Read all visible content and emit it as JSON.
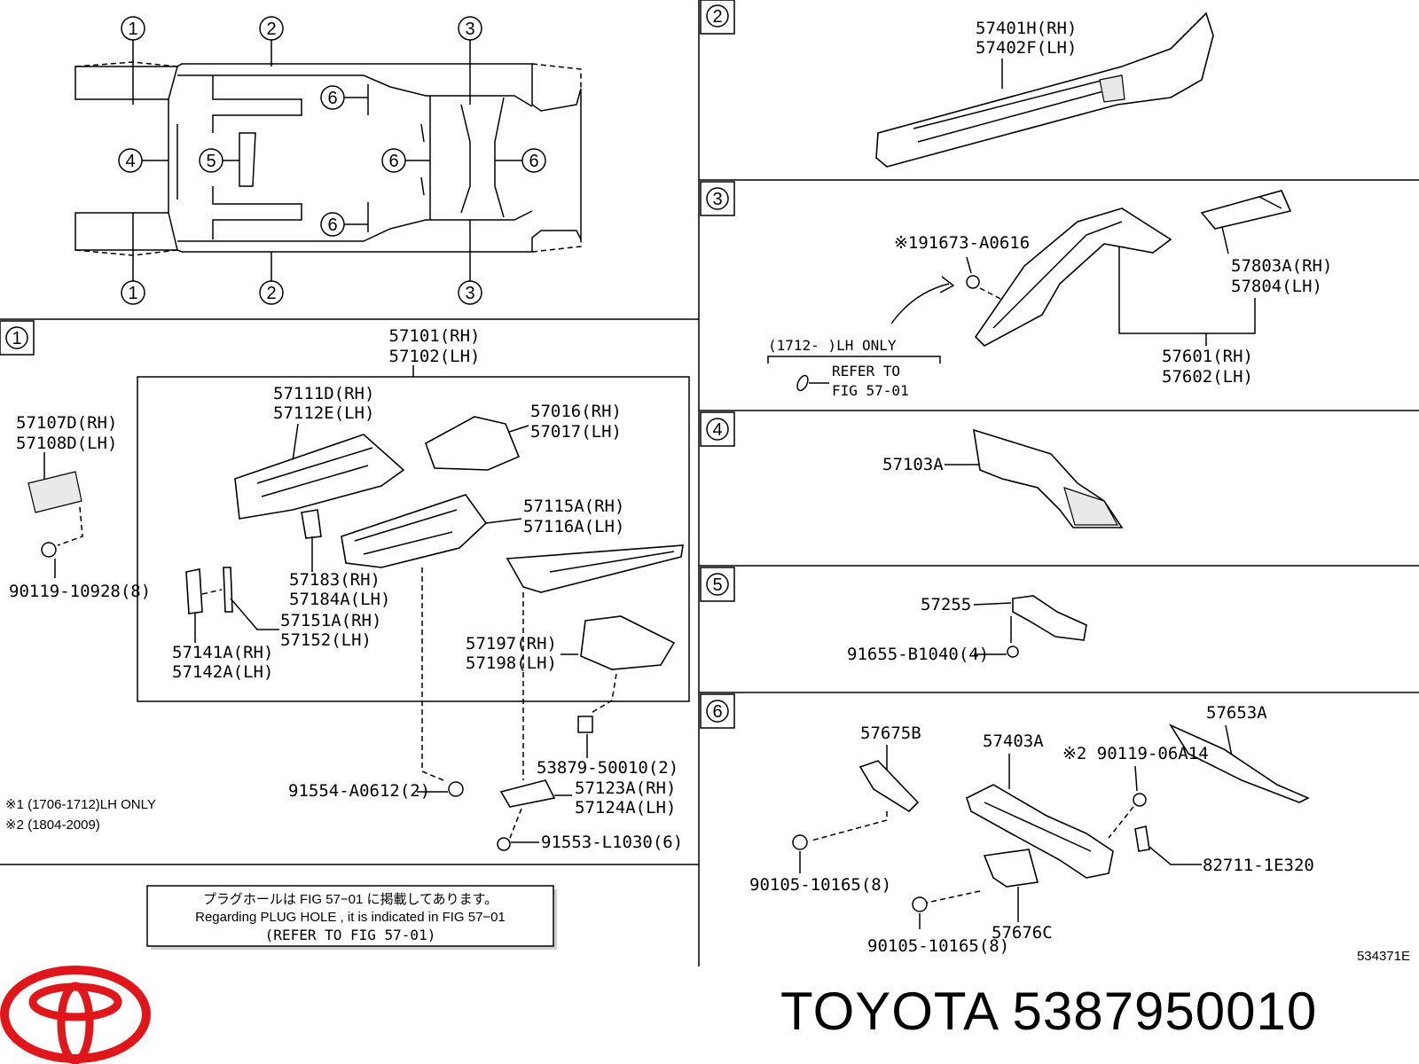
{
  "brand": {
    "name": "TOYOTA",
    "part_number": "5387950010",
    "logo_color": "#e0161b"
  },
  "diagram_id": "534371E",
  "overview": {
    "callouts": [
      "1",
      "2",
      "3",
      "4",
      "5",
      "6"
    ]
  },
  "section1": {
    "index": "1",
    "top_label": [
      "57101(RH)",
      "57102(LH)"
    ],
    "labels": {
      "p57107": [
        "57107D(RH)",
        "57108D(LH)"
      ],
      "p90119": "90119-10928(8)",
      "p57111": [
        "57111D(RH)",
        "57112E(LH)"
      ],
      "p57016": [
        "57016(RH)",
        "57017(LH)"
      ],
      "p57115": [
        "57115A(RH)",
        "57116A(LH)"
      ],
      "p57183": [
        "57183(RH)",
        "57184A(LH)"
      ],
      "p57151": [
        "57151A(RH)",
        "57152(LH)"
      ],
      "p57141": [
        "57141A(RH)",
        "57142A(LH)"
      ],
      "p57197": [
        "57197(RH)",
        "57198(LH)"
      ],
      "p53879": "53879-50010(2)",
      "p91554": "91554-A0612(2)",
      "p57123": [
        "57123A(RH)",
        "57124A(LH)"
      ],
      "p91553": "91553-L1030(6)"
    },
    "notes": [
      "※1 (1706-1712)LH ONLY",
      "※2 (1804-2009)"
    ],
    "plug_note": [
      "プラグホールは FIG 57−01 に掲載してあります。",
      "Regarding  PLUG  HOLE , it is indicated in  FIG  57−01",
      "(REFER TO FIG 57-01)"
    ]
  },
  "section2": {
    "index": "2",
    "labels": [
      "57401H(RH)",
      "57402F(LH)"
    ]
  },
  "section3": {
    "index": "3",
    "bolt": "※191673-A0616",
    "p57803": [
      "57803A(RH)",
      "57804(LH)"
    ],
    "p57601": [
      "57601(RH)",
      "57602(LH)"
    ],
    "lh_only": "(1712-        )LH ONLY",
    "refer": [
      "REFER TO",
      "FIG 57-01"
    ]
  },
  "section4": {
    "index": "4",
    "label": "57103A"
  },
  "section5": {
    "index": "5",
    "label": "57255",
    "bolt": "91655-B1040(4)"
  },
  "section6": {
    "index": "6",
    "p57675": "57675B",
    "p57403": "57403A",
    "p57653": "57653A",
    "p90119": "※2 90119-06A14",
    "p82711": "82711-1E320",
    "p90105a": "90105-10165(8)",
    "p90105b": "90105-10165(8)",
    "p57676": "57676C"
  }
}
